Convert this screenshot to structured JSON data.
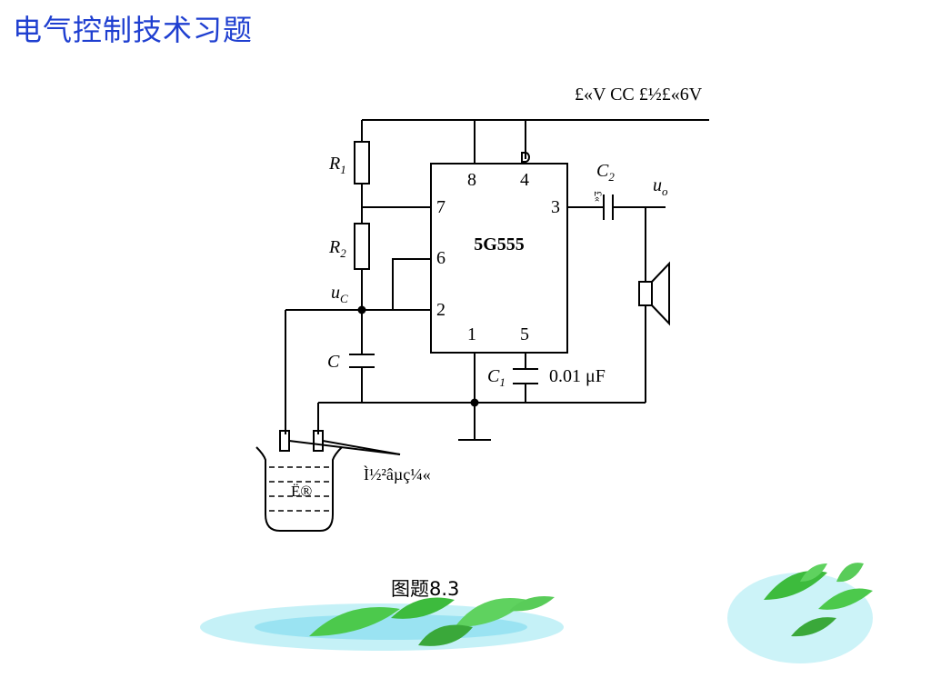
{
  "slide": {
    "title": "电气控制技术习题",
    "caption": "图题8.3"
  },
  "circuit": {
    "supply_label": "£«V CC £½£«6V",
    "supply_v": "V",
    "supply_sub": "CC",
    "chip_label": "5G555",
    "pins": {
      "p8": "8",
      "p4": "4",
      "p7": "7",
      "p3": "3",
      "p6": "6",
      "p2": "2",
      "p1": "1",
      "p5": "5"
    },
    "r1": {
      "letter": "R",
      "sub": "1"
    },
    "r2": {
      "letter": "R",
      "sub": "2"
    },
    "c": {
      "letter": "C"
    },
    "c1": {
      "letter": "C",
      "sub": "1",
      "value": "0.01 μF"
    },
    "c2": {
      "letter": "C",
      "sub": "2"
    },
    "c2_garbled": "£«",
    "uc": {
      "letter": "u",
      "sub": "C"
    },
    "uo": {
      "letter": "u",
      "sub": "o"
    },
    "probe_label": "Ì½²âµç¼«",
    "beaker_label": "Ë®"
  },
  "colors": {
    "title": "#1f3fd0",
    "leaf": "#3dbb3d",
    "glow": "#8fe0f0"
  }
}
